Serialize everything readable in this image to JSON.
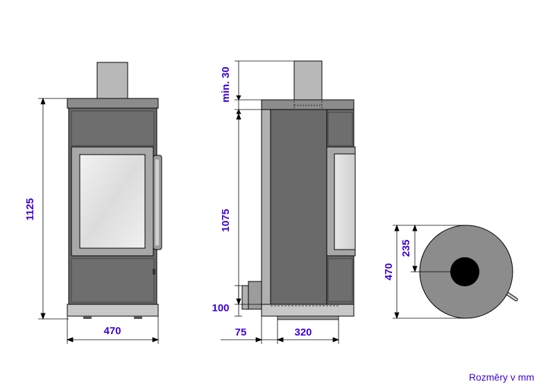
{
  "colors": {
    "dimension_text": "#3b00d8",
    "body_dark": "#6a6a6a",
    "body_mid": "#8c8c8c",
    "body_light": "#b8b8b8",
    "glass": "#e4e4e4",
    "outline": "#000000"
  },
  "dimensions": {
    "front_height": "1125",
    "front_width": "470",
    "flue_clearance": "min. 30",
    "body_height": "1075",
    "outlet_height": "100",
    "outlet_offset": "75",
    "base_depth": "320",
    "top_offset": "235",
    "top_diameter": "470"
  },
  "note": "Rozměry v mm"
}
